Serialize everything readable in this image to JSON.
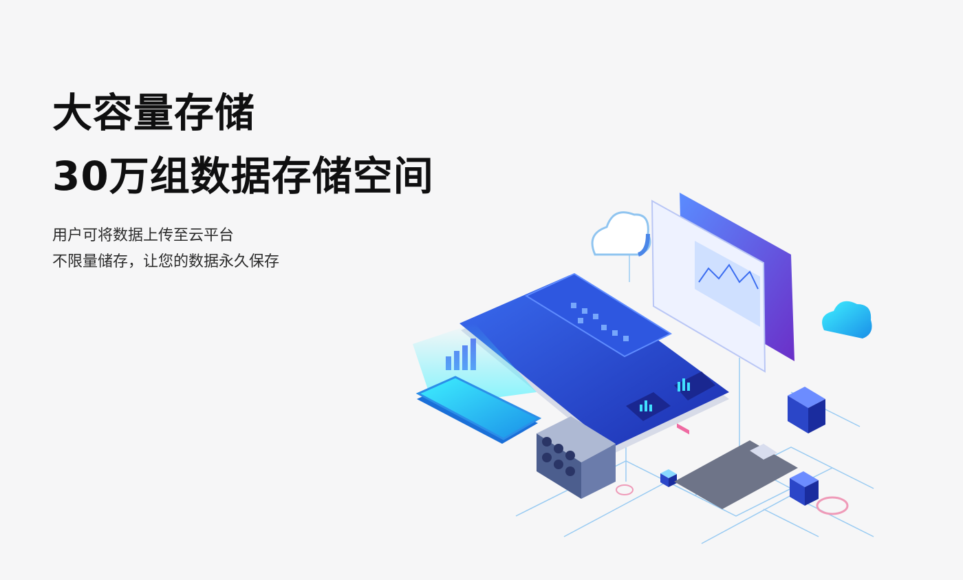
{
  "hero": {
    "title_line1": "大容量存储",
    "title_line2": "30万组数据存储空间",
    "desc_line1": "用户可将数据上传至云平台",
    "desc_line2": "不限量储存，让您的数据永久保存"
  },
  "colors": {
    "background": "#f6f6f7",
    "title": "#0f0f10",
    "body_text": "#2a2a2a",
    "accent_blue": "#2b56e0",
    "accent_cyan": "#29d6f0",
    "accent_purple": "#6b2fc8",
    "accent_pink": "#ef6aa2"
  },
  "illustration": {
    "icons": [
      "cloud-icon",
      "cloud-icon",
      "dashboard-panel",
      "laptop",
      "phone",
      "server-rack",
      "cube-icon",
      "circuit-lines"
    ]
  }
}
